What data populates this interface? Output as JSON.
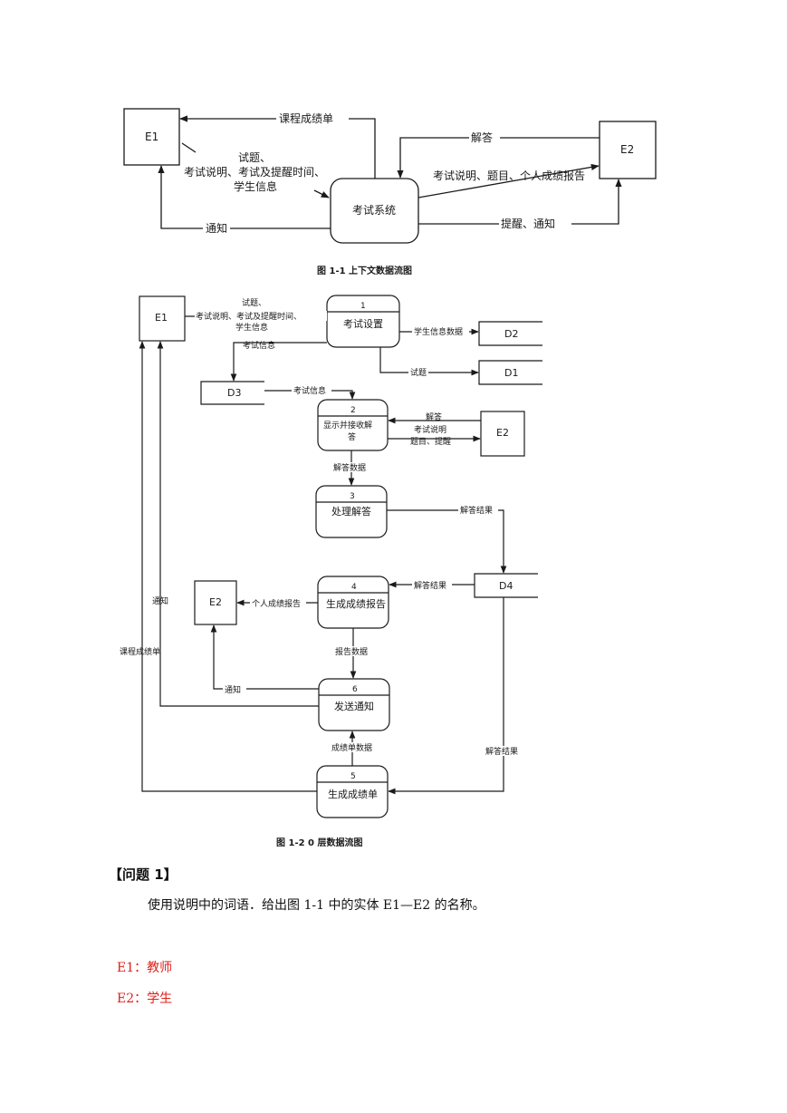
{
  "figure1": {
    "entity_e1": "E1",
    "entity_e2": "E2",
    "process": "考试系统",
    "flow_course_grades": "课程成绩单",
    "flow_in_line1": "试题、",
    "flow_in_line2": "考试说明、考试及提醒时间、",
    "flow_in_line3": "学生信息",
    "flow_notice": "通知",
    "flow_answer": "解答",
    "flow_out_e2": "考试说明、题目、个人成绩报告",
    "flow_remind": "提醒、通知",
    "caption": "图 1-1  上下文数据流图"
  },
  "figure2": {
    "e1": "E1",
    "e2_right": "E2",
    "e2_left": "E2",
    "d1": "D1",
    "d2": "D2",
    "d3": "D3",
    "d4": "D4",
    "p1_num": "1",
    "p1_name": "考试设置",
    "p2_num": "2",
    "p2_name_line1": "显示并接收解",
    "p2_name_line2": "答",
    "p3_num": "3",
    "p3_name": "处理解答",
    "p4_num": "4",
    "p4_name": "生成成绩报告",
    "p5_num": "5",
    "p5_name": "生成成绩单",
    "p6_num": "6",
    "p6_name": "发送通知",
    "f_e1_p1_line1": "试题、",
    "f_e1_p1_line2": "考试说明、考试及提醒时间、",
    "f_e1_p1_line3": "学生信息",
    "f_student_info": "学生信息数据",
    "f_exam_info": "考试信息",
    "f_questions": "试题",
    "f_d3_p2": "考试信息",
    "f_e2_answer": "解答",
    "f_p2_e2_line1": "考试说明",
    "f_p2_e2_line2": "题目、提醒",
    "f_answer_data": "解答数据",
    "f_answer_result1": "解答结果",
    "f_answer_result2": "解答结果",
    "f_answer_result3": "解答结果",
    "f_personal_report": "个人成绩报告",
    "f_report_data": "报告数据",
    "f_notice_e2": "通知",
    "f_notice_e1": "通知",
    "f_course_grades": "课程成绩单",
    "f_grade_data": "成绩单数据",
    "caption": "图 1-2   0 层数据流图"
  },
  "question": {
    "title": "【问题 1】",
    "text": "使用说明中的词语．给出图 1-1 中的实体 E1—E2 的名称。"
  },
  "answers": {
    "a1": "E1：教师",
    "a2": "E2：学生"
  },
  "colors": {
    "answer": "#e0201a",
    "ink": "#1a1a1a"
  }
}
